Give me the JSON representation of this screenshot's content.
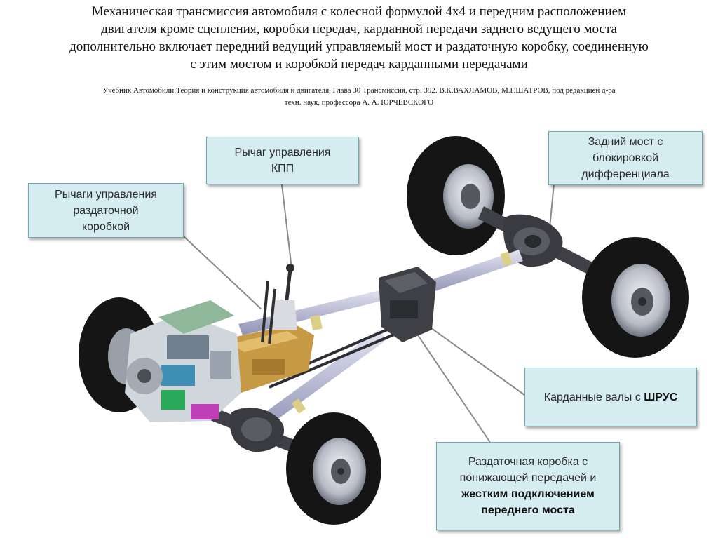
{
  "title": {
    "lines": [
      "Механическая трансмиссия автомобиля с колесной формулой 4х4 и передним расположением",
      "двигателя  кроме сцепления, коробки передач, карданной передачи заднего ведущего моста",
      "дополнительно включает передний ведущий управляемый мост и раздаточную коробку, соединенную",
      "с этим мостом и коробкой передач карданными передачами"
    ]
  },
  "source": {
    "lines": [
      "Учебник Автомобили:Теория и конструкция автомобиля и двигателя, Глава 30 Трансмиссия, стр. 392.  В.К.ВАХЛАМОВ, М.Г.ШАТРОВ, под редакцией  д-ра",
      "техн. наук, профессора А. А. ЮРЧЕВСКОГО"
    ]
  },
  "callouts": {
    "gearbox_lever": {
      "lines": [
        "Рычаг управления",
        "КПП"
      ]
    },
    "transfer_levers": {
      "lines": [
        "Рычаги управления",
        "раздаточной",
        "коробкой"
      ]
    },
    "rear_axle": {
      "lines": [
        "Задний мост с",
        "блокировкой",
        "дифференциала"
      ]
    },
    "cardan": {
      "text": "Карданные валы с ",
      "bold": "ШРУС"
    },
    "transfer_case": {
      "lines": [
        "Раздаточная коробка с",
        "понижающей передачей и"
      ],
      "bold_lines": [
        "жестким подключением",
        "переднего моста"
      ]
    }
  },
  "colors": {
    "callout_fill": "#d5edf1",
    "callout_border": "#6fa7b1",
    "leader_line": "#8a8a8a",
    "tire": "#151515",
    "frame_tube": "#b7b9d6",
    "casting": "#3f4046",
    "gearbox": "#c79a45",
    "engine_block": "#cfd6dc"
  }
}
